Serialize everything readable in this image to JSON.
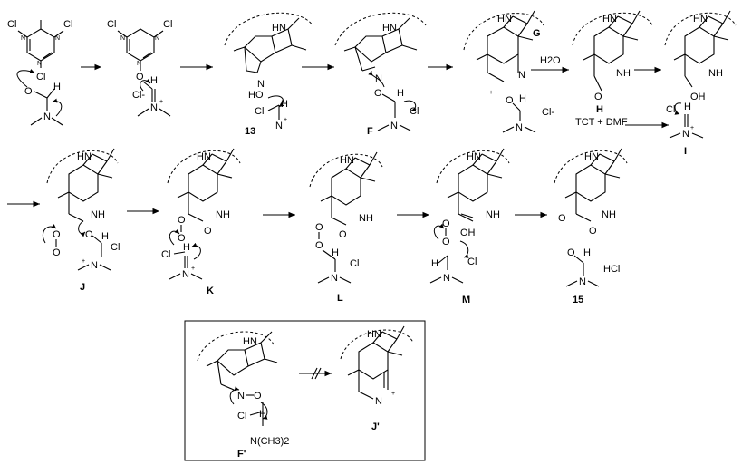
{
  "labels": {
    "cmpd_13": "13",
    "cmpd_F": "F",
    "cmpd_G": "G",
    "cmpd_H": "H",
    "cmpd_I": "I",
    "cmpd_J": "J",
    "cmpd_K": "K",
    "cmpd_L": "L",
    "cmpd_M": "M",
    "cmpd_15": "15",
    "cmpd_Fp": "F'",
    "cmpd_Jp": "J'"
  },
  "reagents": {
    "water": "H2O",
    "tct_dmf": "TCT + DMF"
  },
  "atoms": {
    "cl": "Cl",
    "cl_minus": "Cl-",
    "n": "N",
    "nh": "NH",
    "hn": "HN",
    "h": "H",
    "o": "O",
    "oh": "OH",
    "ho": "HO",
    "plus": "+",
    "hcl": "HCl",
    "n_me2": "N(CH3)2"
  },
  "colors": {
    "ink": "#000000",
    "background": "#ffffff"
  }
}
